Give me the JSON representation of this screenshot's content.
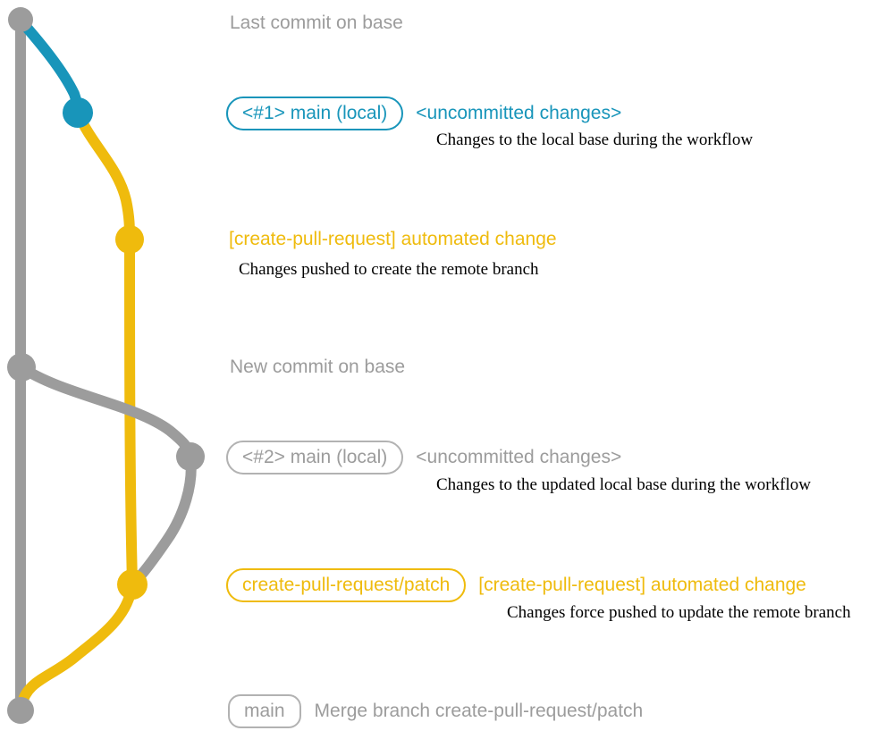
{
  "colors": {
    "background": "#ffffff",
    "base": "#9c9c9c",
    "base_border": "#b2b2b2",
    "local": "#1895ba",
    "remote": "#efbb0d",
    "caption": "#000000"
  },
  "graph": {
    "branches": [
      {
        "name": "base",
        "color": "#9c9c9c"
      },
      {
        "name": "main-local",
        "color": "#1895ba"
      },
      {
        "name": "create-pull-request-patch",
        "color": "#efbb0d"
      }
    ]
  },
  "labels": {
    "last_commit": {
      "title": "Last commit on base"
    },
    "local_1": {
      "badge": "<#1> main (local)",
      "title": "<uncommitted changes>",
      "caption": "Changes to the local base during the workflow"
    },
    "remote_1": {
      "title": "[create-pull-request] automated change",
      "caption": "Changes pushed to create the remote branch"
    },
    "new_commit": {
      "title": "New commit on base"
    },
    "local_2": {
      "badge": "<#2> main (local)",
      "title": "<uncommitted changes>",
      "caption": "Changes to the updated local base during the workflow"
    },
    "remote_2": {
      "badge": "create-pull-request/patch",
      "title": "[create-pull-request] automated change",
      "caption": "Changes force pushed to update the remote branch"
    },
    "merge": {
      "badge": "main",
      "title": "Merge branch create-pull-request/patch"
    }
  }
}
